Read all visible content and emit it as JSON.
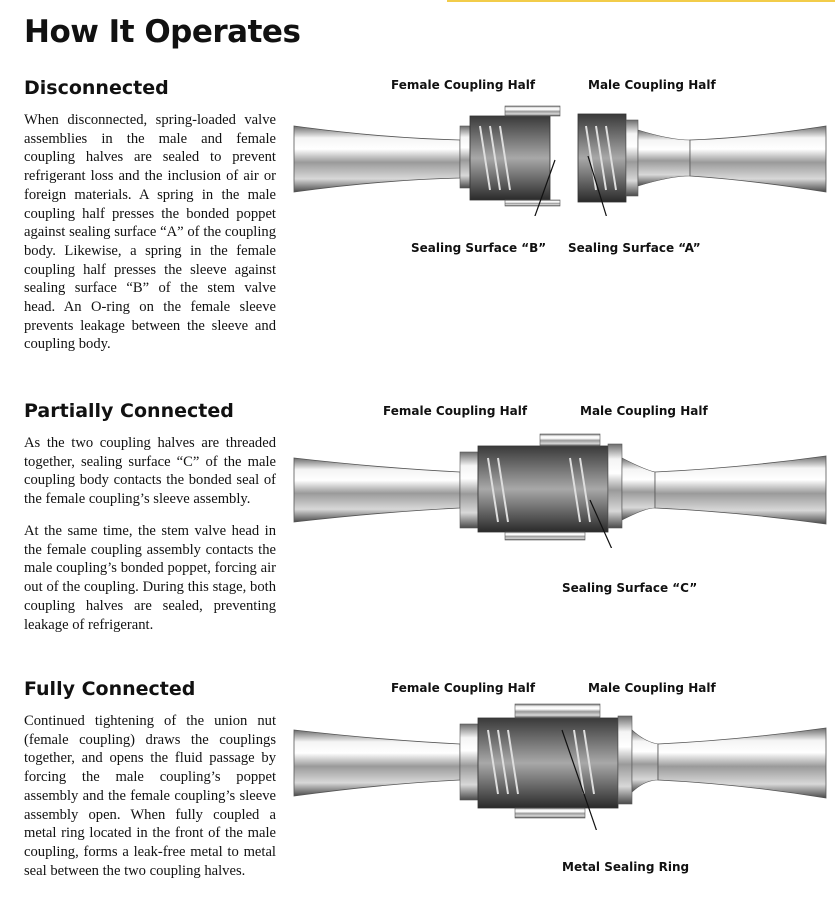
{
  "page_title": "How It Operates",
  "sections": [
    {
      "heading": "Disconnected",
      "paragraphs": [
        "When disconnected, spring-loaded valve assemblies in the male and female coupling halves are sealed to prevent refrigerant loss and the inclusion of air or foreign materials. A spring in the male coupling half presses the bonded poppet against sealing surface “A” of the coupling body. Likewise, a spring in the female coupling half presses the sleeve against sealing surface “B” of the stem valve head. An O-ring on the female sleeve prevents leakage between the sleeve and coupling body."
      ],
      "labels": {
        "female": "Female Coupling Half",
        "male": "Male Coupling Half",
        "callout_1": "Sealing Surface “B”",
        "callout_2": "Sealing Surface “A”"
      }
    },
    {
      "heading": "Partially Connected",
      "paragraphs": [
        "As the two coupling halves are threaded together, sealing surface “C” of the male coupling body contacts the bonded seal of the female coupling’s sleeve assembly.",
        "At the same time, the stem valve head in the female coupling assembly contacts the male coupling’s bonded poppet, forcing air out of the coupling. During this stage, both coupling halves are sealed, preventing leakage of refrigerant."
      ],
      "labels": {
        "female": "Female Coupling Half",
        "male": "Male Coupling Half",
        "callout_1": "Sealing Surface “C”"
      }
    },
    {
      "heading": "Fully Connected",
      "paragraphs": [
        "Continued tightening of the union nut (female coupling) draws the couplings together, and opens the fluid passage by forcing the male coupling’s poppet assembly and the female coupling’s sleeve assembly open. When fully coupled a metal ring located in the front of the male coupling, forms a leak-free metal to metal seal between the two coupling halves."
      ],
      "labels": {
        "female": "Female Coupling Half",
        "male": "Male Coupling Half",
        "callout_1": "Metal Sealing Ring"
      }
    }
  ],
  "colors": {
    "accent_line": "#f2cc4a",
    "text": "#111111"
  }
}
